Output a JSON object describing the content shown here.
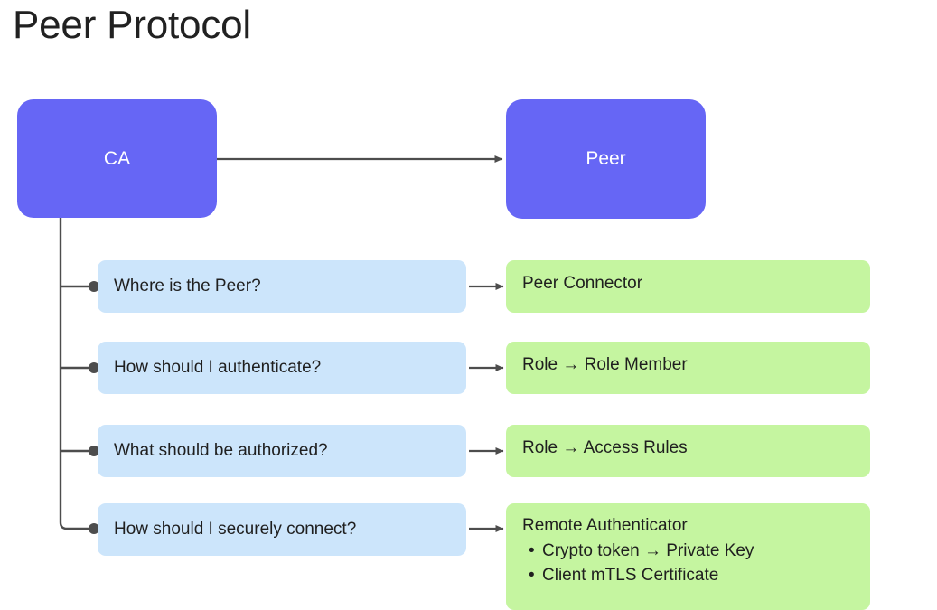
{
  "title": "Peer Protocol",
  "colors": {
    "actor_fill": "#6666f5",
    "actor_text": "#ffffff",
    "question_fill": "#cce5fb",
    "answer_fill": "#c5f5a0",
    "text": "#1f1f1f",
    "title_text": "#212121",
    "connector": "#4d4d4d",
    "background": "#ffffff"
  },
  "actors": [
    {
      "id": "ca",
      "label": "CA"
    },
    {
      "id": "peer",
      "label": "Peer"
    }
  ],
  "flow": {
    "ca_to_peer_arrow": true,
    "trunk_from": "ca",
    "branch_count": 4
  },
  "rows": [
    {
      "question": "Where is the Peer?",
      "answer": {
        "heading": "Peer Connector",
        "bullets": []
      }
    },
    {
      "question": "How should I authenticate?",
      "answer": {
        "heading": "Role  →  Role Member",
        "bullets": []
      }
    },
    {
      "question": "What should be authorized?",
      "answer": {
        "heading": "Role  →  Access Rules",
        "bullets": []
      }
    },
    {
      "question": "How should I securely connect?",
      "answer": {
        "heading": "Remote Authenticator",
        "bullets": [
          "Crypto token  →  Private Key",
          "Client mTLS Certificate"
        ]
      }
    }
  ],
  "bullet_glyph": "•"
}
